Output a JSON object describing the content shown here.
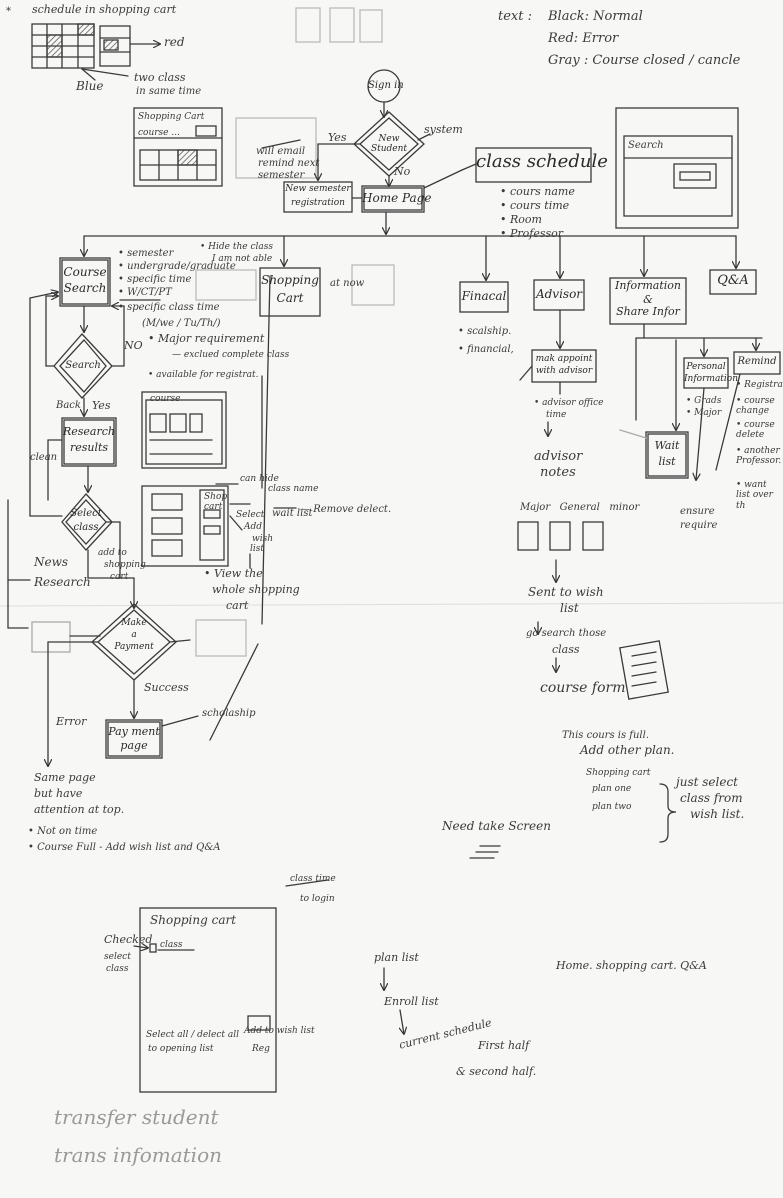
{
  "legend": {
    "title": "text :",
    "black": "Black: Normal",
    "red": "Red: Error",
    "gray": "Gray : Course closed / cancle"
  },
  "schedule_sketch": {
    "title": "schedule in shopping cart",
    "red": "red",
    "blue": "Blue",
    "two_class": "two class",
    "same_time": "in same time",
    "mini_shopping_cart": "Shopping Cart",
    "mini_course": "course ..."
  },
  "flow": {
    "sign_in": "Sign in",
    "new_student": "New Student",
    "yes": "Yes",
    "no": "No",
    "system": "system",
    "email_note": [
      "will email",
      "remind next",
      "semester"
    ],
    "new_semester_registration": [
      "New semester",
      "registration"
    ],
    "home_page": "Home Page",
    "class_schedule": "class schedule",
    "schedule_items": [
      "cours name",
      "cours time",
      "Room",
      "Professor"
    ],
    "search_sketch": "Search"
  },
  "nav": {
    "course_search": [
      "Course",
      "Search"
    ],
    "shopping_cart": [
      "Shopping",
      "Cart"
    ],
    "financial": "Finacal",
    "advisor": "Advisor",
    "information": [
      "Information",
      "&",
      "Share Infor"
    ],
    "qa": "Q&A"
  },
  "course_search_options": [
    "semester",
    "undergrade/graduate",
    "specific time",
    "W/CT/PT",
    "specific class time",
    "(M/we / Tu/Th/)",
    "Major requirement",
    "exclued complete class",
    "available for registrat."
  ],
  "hide_note": [
    "Hide the class",
    "I am not able"
  ],
  "at_now": "at now",
  "financial_items": [
    "scalship.",
    "financial,"
  ],
  "advisor_flow": {
    "appointment": [
      "mak appoint",
      "with advisor"
    ],
    "office_time": [
      "advisor office",
      "time"
    ],
    "notes": [
      "advisor",
      "notes"
    ],
    "columns": "Major   General   minor",
    "sent": [
      "Sent to wish",
      "list"
    ],
    "search": [
      "go search those",
      "class"
    ],
    "form": "course form"
  },
  "info_flow": {
    "personal": [
      "Personal",
      "Information"
    ],
    "personal_items": [
      "Grads",
      "Major"
    ],
    "reminder": "Remind",
    "reminder_items": [
      "Registration",
      "course change",
      "course delete",
      "another Professor.",
      "want list over th"
    ],
    "wait_list": [
      "Wait",
      "list"
    ],
    "ensure": [
      "ensure",
      "require"
    ]
  },
  "search_flow": {
    "search": "Search",
    "no": "NO",
    "yes": "Yes",
    "back": "Back",
    "research_results": [
      "Research",
      "results"
    ],
    "clean": "clean",
    "select_class": [
      "Select",
      "class"
    ],
    "add_to_cart": [
      "add to",
      "shopping",
      "cart"
    ],
    "news_research": [
      "News",
      "Research"
    ],
    "make_payment": [
      "Make",
      "a",
      "Payment"
    ],
    "success": "Success",
    "error": "Error",
    "payment_page": [
      "Pay ment",
      "page"
    ],
    "scholarship": "scholaship",
    "error_note": [
      "Same page",
      "but have",
      "attention at top."
    ],
    "error_items": [
      "Not on time",
      "Course Full - Add wish list and Q&A"
    ]
  },
  "cart_notes": {
    "can_hide": "can hide",
    "class_name": "class name",
    "actions": [
      "Select",
      "Add",
      "wish",
      "list"
    ],
    "wait_list": "wait list",
    "remove": "Remove delect.",
    "view": [
      "View the",
      "whole shopping",
      "cart"
    ],
    "mini_title": "course",
    "mini_cart": [
      "Shop",
      "cart"
    ]
  },
  "mid_notes": {
    "full": [
      "This cours is full.",
      "Add other plan."
    ],
    "plans": [
      "Shopping cart",
      "plan one",
      "plan two"
    ],
    "just_select": [
      "just select",
      "class from",
      "wish list."
    ],
    "need_screen": "Need take Screen"
  },
  "bottom": {
    "cart_title": "Shopping cart",
    "checked": "Checked",
    "select_class": [
      "select",
      "class"
    ],
    "class": "class",
    "select_all": "Select all / delect all",
    "add_to_wish": "Add to wish list",
    "opening": "to opening list",
    "reg": "Reg",
    "class_time": [
      "class time",
      "to login"
    ],
    "plan_steps": [
      "plan list",
      "Enroll list",
      "current schedule",
      "First half",
      "& second half."
    ],
    "nav_note": "Home. shopping cart. Q&A",
    "transfer": [
      "transfer student",
      "trans infomation"
    ]
  },
  "colors": {
    "ink": "#3a3a3a",
    "faint": "#9a9a9a",
    "paper": "#f7f7f5"
  }
}
